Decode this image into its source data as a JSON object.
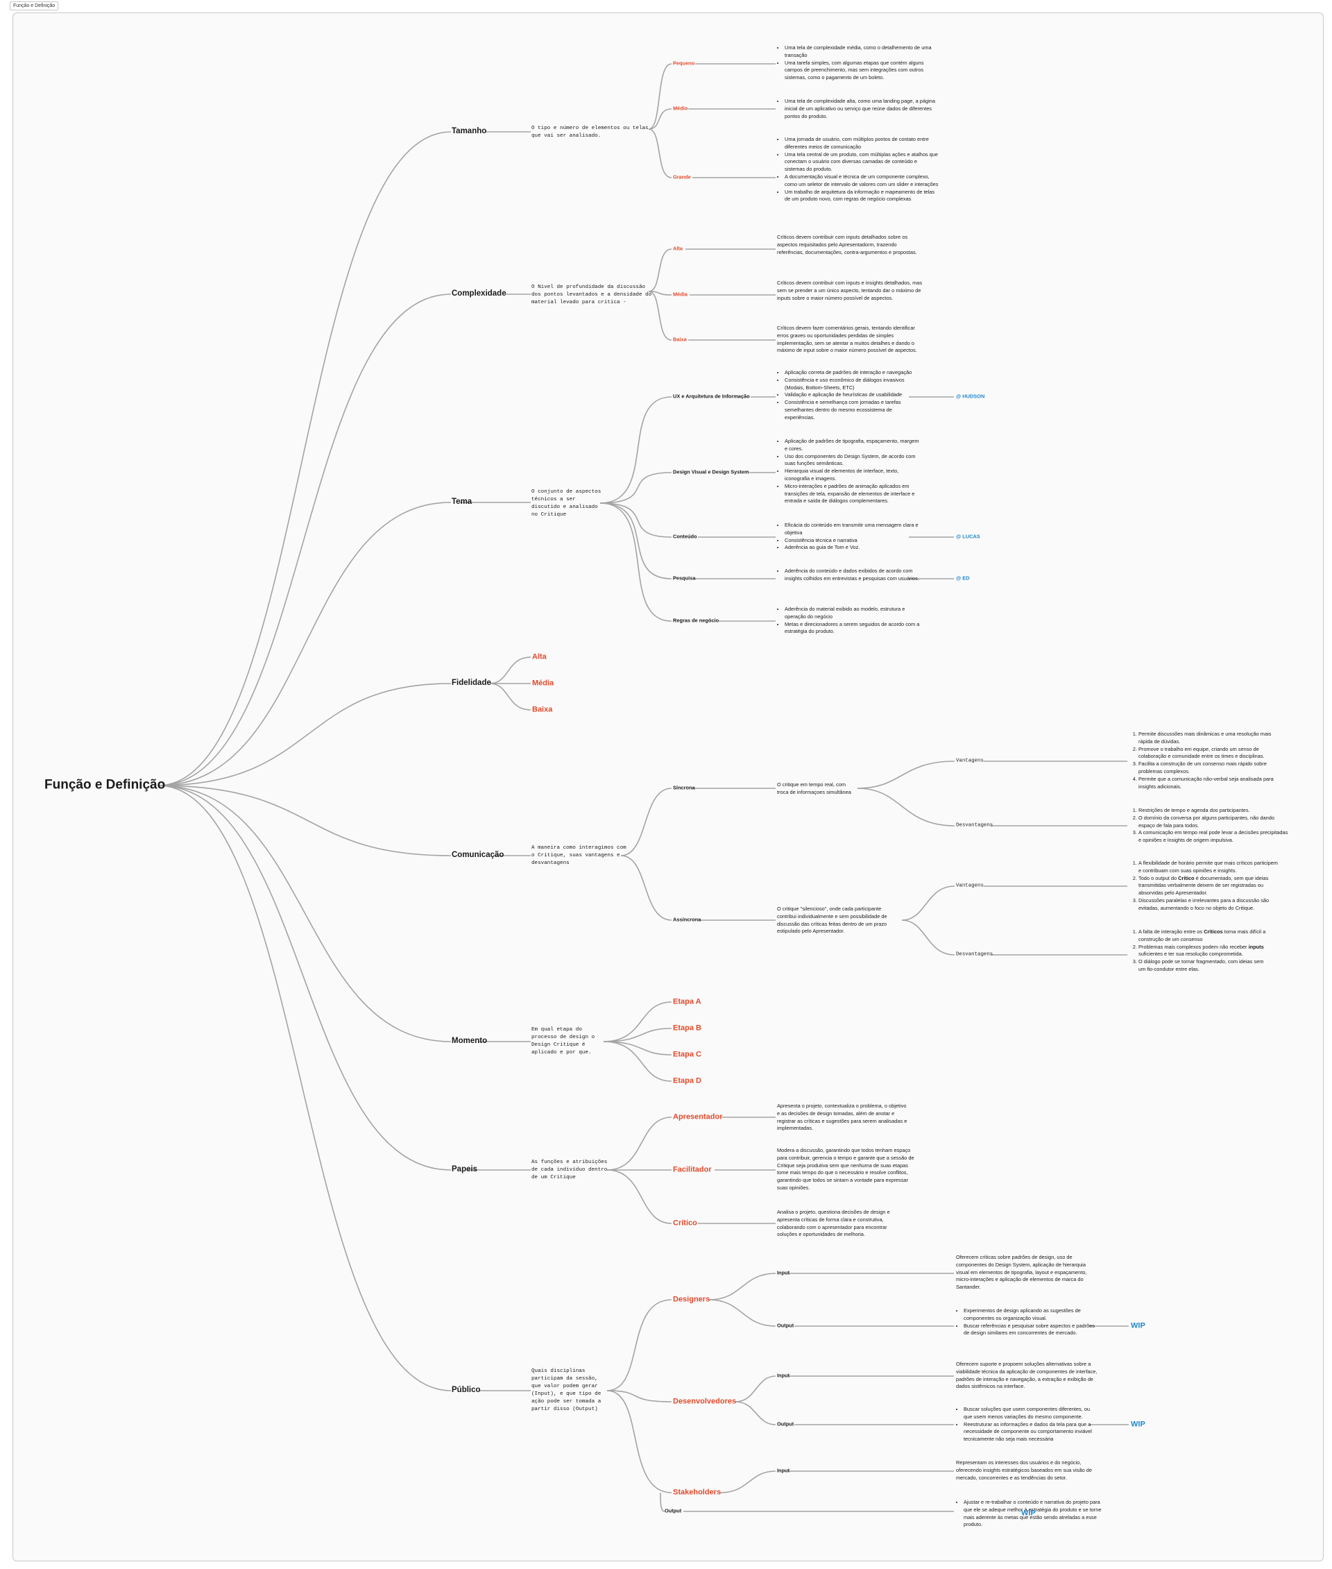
{
  "frame_label": "Função e Definição",
  "root": "Função e Definição",
  "tamanho": {
    "label": "Tamanho",
    "desc": "O tipo e número de elementos ou telas\nque vai ser analisado.",
    "pequeno": {
      "label": "Pequeno",
      "items": [
        "Uma tela de complexidade média, como o detalhemento de uma transação",
        "Uma tarefa simples, com algumas etapas que contém alguns campos de preenchimento, mas sem integrações com outros sistemas, como o pagamento de um boleto."
      ]
    },
    "medio": {
      "label": "Médio",
      "items": [
        "Uma tela de complexidade alta, como uma landing page, a página inicial de um aplicativo ou serviço que reúne dados de diferentes pontos do produto."
      ]
    },
    "grande": {
      "label": "Grande",
      "items": [
        "Uma jornada de usuário, com múltiplos pontos de contato entre diferentes meios de comunicação",
        "Uma tela central de um produto, com múltiplas ações e atalhos que conectam o usuário com diversas camadas de conteúdo e sistemas do produto.",
        "A documentação visual e técnica de um componente complexo, como um seletor de intervalo de valores com um slider e interações",
        "Um trabalho de arquitetura da informação e mapeamento de telas de um produto novo, com regras de negócio complexas"
      ]
    }
  },
  "complexidade": {
    "label": "Complexidade",
    "desc": "O Nível de profundidade da discussão\ndos pontos levantados e a densidade do\nmaterial levado para crítica -",
    "alta": {
      "label": "Alta",
      "text": "Críticos devem contribuir com inputs detalhados sobre os aspectos requisitados pelo Apresentadorm, trazendo referências, documentações, contra-argumentos e propostas."
    },
    "media": {
      "label": "Média",
      "text": "Críticos devem contribuir com inputs e insights detalhados, mas sem se prender a um único aspecto, tentando dar o máximo de inputs sobre o maior número possível de aspectos."
    },
    "baixa": {
      "label": "Baixa",
      "text": "Críticos devem fazer comentários gerais, tentando identificar erros graves ou oportunidades perdidas de simples implementação, sem se atentar a muitos detalhes e dando o máximo de input sobre o maior número possível de aspectos."
    }
  },
  "tema": {
    "label": "Tema",
    "desc": "O conjunto de aspectos\ntécnicos a ser\ndiscutido e analisado\nno Critique",
    "ux": {
      "label": "UX e Arquitetura de Informação",
      "tag": "@ HUDSON",
      "items": [
        "Aplicação correta de padrões de interação e navegação",
        "Consistência e uso econômico de diálogos invasivos (Modais, Bottom-Sheets, ETC)",
        "Validação e aplicação de heurísticas de usabilidade",
        "Consistência e semelhança com jornadas e tarefas semelhantes dentro do mesmo ecossistema de experiências."
      ]
    },
    "visual": {
      "label": "Design Visual e Design System",
      "items": [
        "Aplicação de padrões de tipografia, espaçamento, margem e cores.",
        "Uso dos componentes do Design System, de acordo com suas funções semânticas.",
        "Hierarquia visual de elementos de interface, texto, iconografia e imagens.",
        "Micro-interações e padrões de animação aplicados em transições de tela, expansão de elementos de interface e entrada e saída de diálogos complementares."
      ]
    },
    "conteudo": {
      "label": "Conteúdo",
      "tag": "@ LUCAS",
      "items": [
        "Eficácia do conteúdo em transmitir uma mensagem clara e objetiva",
        "Consistência técnica e narrativa",
        "Aderência ao guia de Tom e Voz."
      ]
    },
    "pesquisa": {
      "label": "Pesquisa",
      "tag": "@ ED",
      "items": [
        "Aderência do conteúdo e dados exibidos de acordo com insights colhidos em entrevistas e pesquisas com usuários."
      ]
    },
    "regras": {
      "label": "Regras de negócio",
      "items": [
        "Aderência do material exibido ao modelo, estrutura e operação do negócio",
        "Metas e direcionadores a serem seguidos de acordo com a estratégia do produto."
      ]
    }
  },
  "fidelidade": {
    "label": "Fidelidade",
    "alta": "Alta",
    "media": "Média",
    "baixa": "Baixa"
  },
  "comunicacao": {
    "label": "Comunicação",
    "desc": "A maneira como interagimos com\no Critique, suas vantagens e\ndesvantagens",
    "sincrona": {
      "label": "Síncrona",
      "text": "O critique em tempo real, com troca de informaçoes simultânea",
      "vantagens_label": "Vantagens",
      "vantagens": [
        "Permite discussões mais dinâmicas e uma resolução mais rápida de dúvidas.",
        "Promove o trabalho em equipe, criando um senso de colaboração e comunidade entre os times e disciplinas.",
        "Facilita a construção de um consenso mais rápido sobre problemas complexos.",
        "Permite que a comunicação não-verbal seja analisada para insights adicionais."
      ],
      "desvantagens_label": "Desvantagens",
      "desvantagens": [
        "Restrições de tempo e agenda dos participantes.",
        "O domínio da conversa por alguns participantes, não dando espaço de fala para todos.",
        "A comunicação em tempo real pode levar a decisões precipitadas e opiniões e insights de origem impulsiva."
      ]
    },
    "assincrona": {
      "label": "Assíncrona",
      "text": "O critique \"silencioso\", onde cada participante contribui individualmente e sem possibilidade de discussão das críticas feitas dentro de um prazo estipulado pelo Apresentador.",
      "vantagens_label": "Vantagens",
      "vantagens": [
        {
          "a": "A flexibilidade de horário permite que mais críticos participem e contribuam com suas opiniões e insights.",
          "b": "",
          "c": ""
        },
        {
          "a": "Todo o output do ",
          "b": "Crítico",
          "c": " é documentado, sem que ideias transmitidas verbalmente deixem de ser registradas ou absorvidas pelo Apresentador."
        },
        {
          "a": "Discussões paralelas e irrelevantes para a discussão são evitadas, aumentando o foco no objeto do Critique.",
          "b": "",
          "c": ""
        }
      ],
      "desvantagens_label": "Desvantagens",
      "desvantagens": [
        {
          "a": "A falta de interação entre os ",
          "b": "Críticos",
          "c": " torna mais difícil a construção de um consenso"
        },
        {
          "a": "Problemas mais complexos podem não receber ",
          "b": "inputs",
          "c": " suficientes e ter sua resolução comprometida."
        },
        {
          "a": "O diálogo pode se tornar fragmentado, com ideias sem um fio-condutor entre elas.",
          "b": "",
          "c": ""
        }
      ]
    }
  },
  "momento": {
    "label": "Momento",
    "desc": "Em qual etapa do\nprocesso de design o\nDesign Critique é\naplicado e por que.",
    "etapas": [
      "Etapa A",
      "Etapa B",
      "Etapa C",
      "Etapa D"
    ]
  },
  "papeis": {
    "label": "Papeis",
    "desc": "As funções e atribuições\nde cada indivíduo dentro\nde um Critique",
    "apresentador": {
      "label": "Apresentador",
      "text": "Apresenta o projeto, contextualiza o problema, o objetivo e as decisões de design tomadas, além de anotar e registrar as críticas e sugestões para serem analisadas e implementadas."
    },
    "facilitador": {
      "label": "Facilitador",
      "text": "Modera a discussão, garantindo que todos tenham espaço para contribuir, gerencia o tempo e garante que a sessão de Critique seja produtiva sem que nenhuma de suas etapas tome mais tempo do que o necessário e resolve conflitos, garantindo que todos se sintam a vontade para expressar suas opiniões."
    },
    "critico": {
      "label": "Crítico",
      "text": "Analisa o projeto, questiona decisões de design e apresenta críticas de forma clara e construtiva, colaborando com o apresentador para encontrar soluções e oportunidades de melhoria."
    }
  },
  "publico": {
    "label": "Público",
    "desc": "Quais disciplinas\nparticipam da sessão,\nque valor podem gerar\n(Input), e que tipo de\nação pode ser tomada a\npartir disso (Output)",
    "designers": {
      "label": "Designers",
      "input_label": "Input",
      "input": "Oferecem críticas sobre padrões de design, uso de componentes do Design System, aplicação de hierarquia visual em elementos de tipografia, layout e espaçamento, micro-interações e aplicação de elementos de marca do Santander.",
      "output_label": "Output",
      "output": [
        "Experimentos de design aplicando as sugestões de componentes ou organização visual.",
        "Buscar referências e pesquisar sobre aspectos e padrões de design similares em concorrentes de mercado."
      ],
      "wip": "WIP"
    },
    "desenvolvedores": {
      "label": "Desenvolvedores",
      "input_label": "Input",
      "input": "Oferecem suporte e propoem soluções alternativas sobre a viabilidade técnica da aplicação de componentes de interface, padrões de interação e navegação, a extração e exibição de dados sistêmicos na interface.",
      "output_label": "Output",
      "output": [
        "Buscar soluções que usem componentes diferentes, ou que usem menos variações do mesmo componente.",
        "Reestruturar as informações e dados da tela para que a necessidade de componente ou comportamento inviável tecnicamente não seja mais necessária"
      ],
      "wip": "WIP"
    },
    "stakeholders": {
      "label": "Stakeholders",
      "input_label": "Input",
      "input": "Representam os interesses dos usuários e do negócio, oferecendo insights estratégicos baseados em sua visão de mercado, concorrentes e as tendências do setor.",
      "output_label": "Output",
      "output": [
        "Ajustar e re-trabalhar o conteúdo e narrativa do projeto para que ele se adeque melhor à estratégia do produto e se torne mais aderente às metas que estão sendo atreladas a esse produto."
      ],
      "wip": "WIP"
    }
  },
  "colors": {
    "accent": "#e24a2b",
    "tag": "#1e88d0",
    "line": "#9a9a9a"
  }
}
